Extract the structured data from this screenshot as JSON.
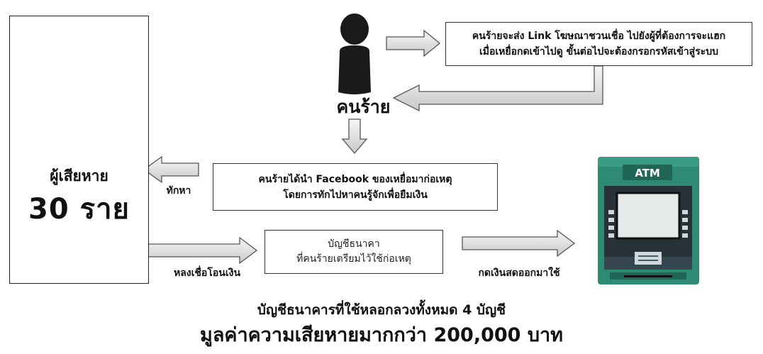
{
  "victims": {
    "label": "ผู้เสียหาย",
    "count": "30 ราย"
  },
  "criminal": {
    "label": "คนร้าย"
  },
  "boxes": {
    "link_message": {
      "line1": "คนร้ายจะส่ง Link โฆษณาชวนเชื่อ ไปยังผู้ที่ต้องการจะแฮก",
      "line2": "เมื่อเหยื่อกดเข้าไปดู ขั้นต่อไปจะต้องกรอกรหัสเข้าสู่ระบบ"
    },
    "facebook": {
      "line1": "คนร้ายได้นำ Facebook ของเหยื่อมาก่อเหตุ",
      "line2": "โดยการทักไปหาคนรู้จักเพื่อยืมเงิน"
    },
    "bank_account": {
      "line1": "บัญชีธนาคา",
      "line2": "ที่คนร้ายเตรียมไว้ใช้ก่อเหตุ"
    }
  },
  "arrow_labels": {
    "message": "ทักหา",
    "transfer": "หลงเชื่อโอนเงิน",
    "withdraw": "กดเงินสดออกมาใช้"
  },
  "atm": {
    "label": "ATM"
  },
  "footer": {
    "accounts": "บัญชีธนาคารที่ใช้หลอกลวงทั้งหมด 4 บัญชี",
    "damage": "มูลค่าความเสียหายมากกว่า 200,000 บาท"
  },
  "colors": {
    "arrow_fill": "#e2e2e2",
    "arrow_stroke": "#555555",
    "atm_body": "#2f8a73",
    "atm_dark": "#1f6655",
    "figure": "#1a1a1a"
  }
}
